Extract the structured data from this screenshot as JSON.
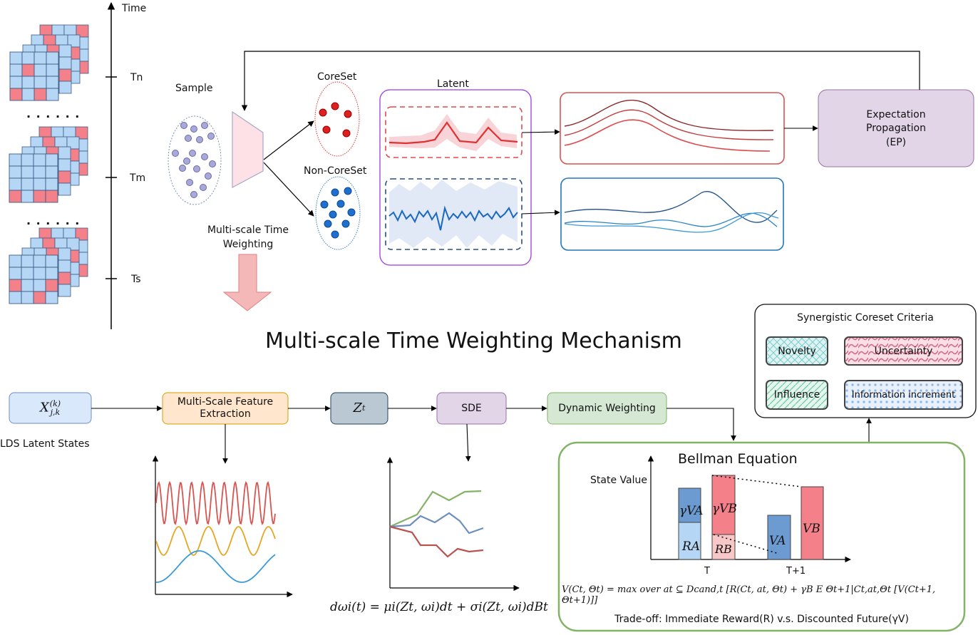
{
  "top": {
    "time_axis": {
      "title": "Time",
      "ticks": [
        "Tn",
        "Tm",
        "Ts"
      ],
      "ellipsis": ". . . . . ."
    },
    "sample_label": "Sample",
    "coreset_label": "CoreSet",
    "noncoreset_label": "Non-CoreSet",
    "latent_label": "Latent",
    "weighting_label": "Multi-scale Time Weighting",
    "ep_box": {
      "line1": "Expectation",
      "line2": "Propagation",
      "line3": "(EP)"
    }
  },
  "mechanism_title": "Multi-scale Time Weighting Mechanism",
  "pipeline": {
    "input_symbol": "X(k)j,k",
    "input_caption": "LDS Latent States",
    "feature_box": "Multi-Scale Feature Extraction",
    "z_box": "Zt",
    "sde_box": "SDE",
    "dyn_box": "Dynamic Weighting",
    "sde_equation": "dωi(t) = μi(Zt, ωi)dt + σi(Zt, ωi)dBt"
  },
  "criteria": {
    "title": "Synergistic Coreset Criteria",
    "items": [
      "Novelty",
      "Uncertainty",
      "Influence",
      "Information increment"
    ]
  },
  "bellman": {
    "title": "Bellman Equation",
    "y_label": "State Value",
    "x_ticks": [
      "T",
      "T+1"
    ],
    "bar_labels": [
      "γVA",
      "RA",
      "γVB",
      "RB",
      "VA",
      "VB"
    ],
    "equation": "V(Ct, Θt) = max over at ⊆ Dcand,t [R(Ct, at, Θt) + γB E Θt+1|Ct,at,Θt [V(Ct+1, Θt+1)]]",
    "tradeoff": "Trade-off: Immediate Reward(R) v.s. Discounted Future(γV)"
  },
  "colors": {
    "red": "#e05252",
    "blue": "#2f7fc9",
    "green": "#82b366",
    "purple_border": "#9c3fd6",
    "ep_fill": "#e1d5e7",
    "bar_blue": "#6c9bd2",
    "bar_blue_light": "#b5d6f5",
    "bar_red": "#f4808a",
    "bar_red_light": "#f8c8c8"
  }
}
